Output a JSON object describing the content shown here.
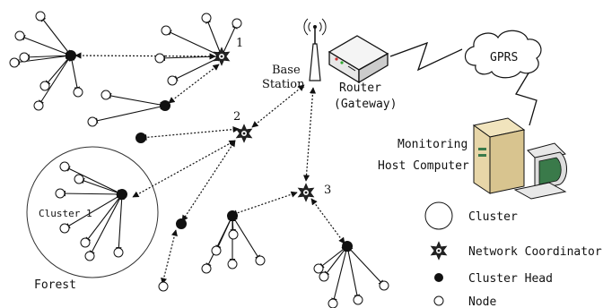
{
  "labels": {
    "coordinator_1": "1",
    "coordinator_2": "2",
    "coordinator_3": "3",
    "base_station": [
      "Base",
      "Station"
    ],
    "router": [
      "Router",
      "(Gateway)"
    ],
    "gprs": "GPRS",
    "monitoring": [
      "Monitoring",
      "Host Computer"
    ],
    "cluster_1": "Cluster 1",
    "forest": "Forest"
  },
  "legend": [
    {
      "symbol": "cluster",
      "label": "Cluster"
    },
    {
      "symbol": "network-coordinator",
      "label": "Network Coordinator"
    },
    {
      "symbol": "cluster-head",
      "label": "Cluster Head"
    },
    {
      "symbol": "node",
      "label": "Node"
    }
  ],
  "colors": {
    "line": "#111111",
    "node_fill": "#ffffff",
    "head_fill": "#111111",
    "computer_body": "#e7d6a8",
    "computer_screen": "#3a7a4a"
  }
}
